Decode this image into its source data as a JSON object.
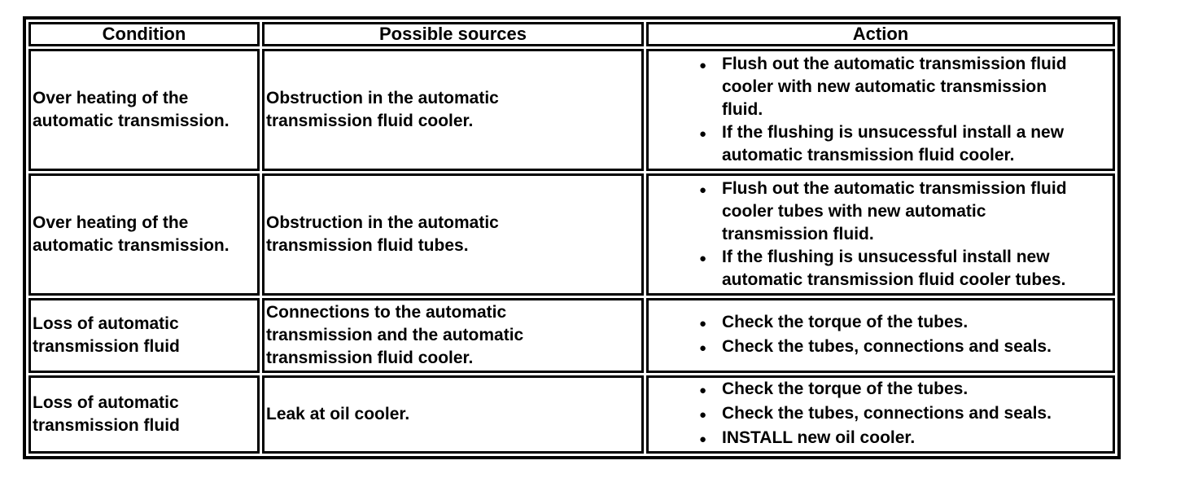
{
  "page": {
    "background_color": "#ffffff",
    "text_color": "#000000",
    "border_color": "#000000"
  },
  "table": {
    "headers": {
      "condition": "Condition",
      "sources": "Possible sources",
      "action": "Action"
    },
    "rows": [
      {
        "condition": "Over heating of the automatic transmission.",
        "sources": "Obstruction in the automatic transmission fluid cooler.",
        "actions": [
          "Flush out the automatic transmission fluid cooler with new automatic transmission fluid.",
          "If the flushing is unsucessful install a new automatic transmission fluid cooler."
        ]
      },
      {
        "condition": "Over heating of the automatic transmission.",
        "sources": "Obstruction in the automatic transmission fluid tubes.",
        "actions": [
          "Flush out the automatic transmission fluid cooler tubes with new automatic transmission fluid.",
          "If the flushing is unsucessful install new automatic transmission fluid cooler tubes."
        ]
      },
      {
        "condition": "Loss of automatic transmission fluid",
        "sources": "Connections to the automatic transmission and the automatic transmission fluid cooler.",
        "actions": [
          "Check the torque of the tubes.",
          "Check the tubes, connections and seals."
        ]
      },
      {
        "condition": "Loss of automatic transmission fluid",
        "sources": "Leak at oil cooler.",
        "actions": [
          "Check the torque of the tubes.",
          "Check the tubes, connections and seals.",
          "INSTALL new oil cooler."
        ]
      }
    ]
  }
}
